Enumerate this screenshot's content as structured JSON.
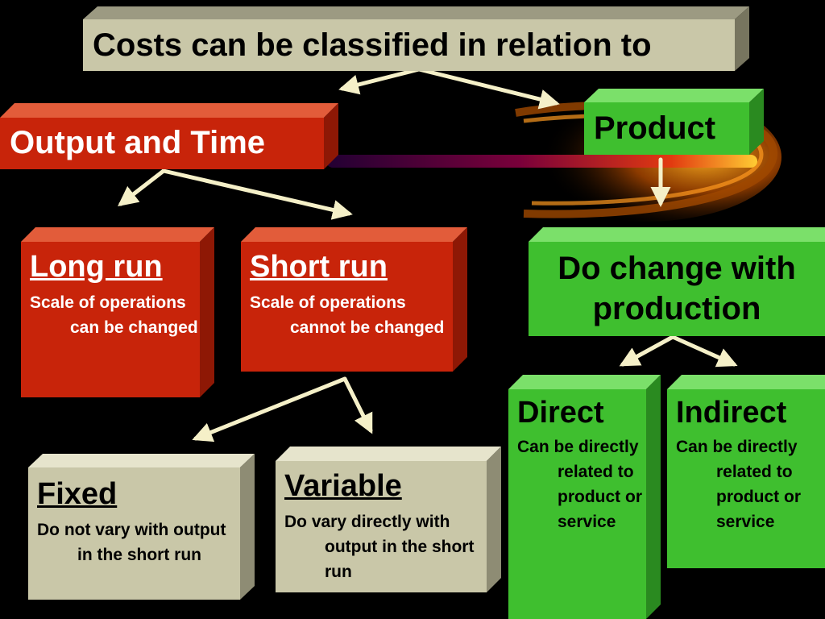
{
  "title": "Costs can be classified in relation to",
  "output_time": "Output and Time",
  "product": "Product",
  "long_run": {
    "heading": "Long run",
    "desc": "Scale of operations can be changed"
  },
  "short_run": {
    "heading": "Short run",
    "desc": "Scale of operations cannot be changed"
  },
  "do_change": "Do change with production",
  "fixed": {
    "heading": "Fixed",
    "desc": "Do not vary with output in the short run"
  },
  "variable": {
    "heading": "Variable",
    "desc": "Do vary directly with output in the short run"
  },
  "direct": {
    "heading": "Direct",
    "desc": "Can be directly related to product or service"
  },
  "indirect": {
    "heading": "Indirect",
    "desc": "Can be directly related to product or service"
  },
  "colors": {
    "background": "#000000",
    "red": "#c8240a",
    "green": "#3fbf2f",
    "tan": "#c9c7a8",
    "arrow": "#f5f0c8"
  }
}
